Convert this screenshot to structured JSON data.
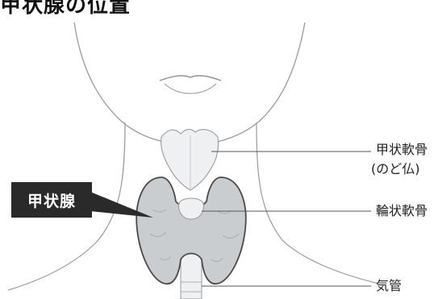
{
  "header": {
    "title": "甲状腺の位置"
  },
  "labels": {
    "thyroid": "甲状腺",
    "thyroid_cartilage": "甲状軟骨",
    "adams_apple": "(のど仏)",
    "cricoid_cartilage": "輪状軟骨",
    "trachea": "気管"
  },
  "colors": {
    "thyroid_fill": "#c9cdd0",
    "thyroid_outline": "#4a4a4a",
    "cartilage_fill": "#eef0f2",
    "outline": "#8a8a8a",
    "callout_bg": "#2a2a2a"
  }
}
